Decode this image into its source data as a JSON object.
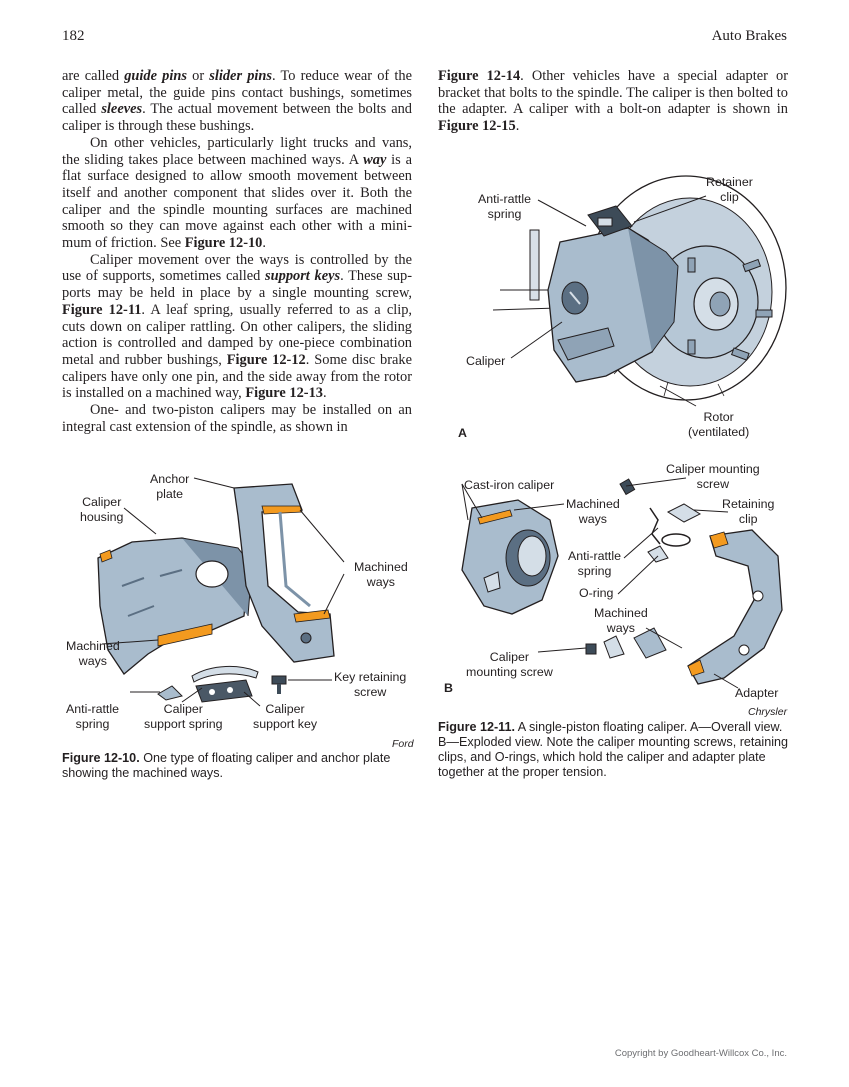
{
  "header": {
    "page_number": "182",
    "running_head": "Auto Brakes"
  },
  "body_left": {
    "p1": [
      {
        "t": "are called "
      },
      {
        "t": "guide pins",
        "s": "bi"
      },
      {
        "t": " or "
      },
      {
        "t": "slider pins",
        "s": "bi"
      },
      {
        "t": ". To reduce wear of the caliper metal, the guide pins contact bushings, sometimes called "
      },
      {
        "t": "sleeves",
        "s": "bi"
      },
      {
        "t": ". The actual movement between the bolts and caliper is through these bushings."
      }
    ],
    "p2": [
      {
        "t": "On other vehicles, particularly light trucks and vans, the sliding takes place between machined ways. A "
      },
      {
        "t": "way",
        "s": "bi"
      },
      {
        "t": " is a flat surface designed to allow smooth movement between itself and another component that slides over it. Both the caliper and the spindle mounting surfaces are machined smooth so they can move against each other with a mini-mum of friction. See "
      },
      {
        "t": "Figure 12-10",
        "s": "b"
      },
      {
        "t": "."
      }
    ],
    "p3": [
      {
        "t": "Caliper movement over the ways is controlled by the use of supports, sometimes called "
      },
      {
        "t": "support keys",
        "s": "bi"
      },
      {
        "t": ". These sup-ports may be held in place by a single mounting screw, "
      },
      {
        "t": "Figure 12-11",
        "s": "b"
      },
      {
        "t": ". A leaf spring, usually referred to as a clip, cuts down on caliper rattling. On other calipers, the sliding action is controlled and damped by one-piece combination metal and rubber bushings, "
      },
      {
        "t": "Figure 12-12",
        "s": "b"
      },
      {
        "t": ". Some disc brake calipers have only one pin, and the side away from the rotor is installed on a machined way, "
      },
      {
        "t": "Figure 12-13",
        "s": "b"
      },
      {
        "t": "."
      }
    ],
    "p4": [
      {
        "t": "One- and two-piston calipers may be installed on an integral cast extension of the spindle, as shown in"
      }
    ]
  },
  "body_right": {
    "p1": [
      {
        "t": "Figure 12-14",
        "s": "b"
      },
      {
        "t": ". Other vehicles have a special adapter or bracket that bolts to the spindle. The caliper is then bolted to the adapter. A caliper with a bolt-on adapter is shown in "
      },
      {
        "t": "Figure 12-15",
        "s": "b"
      },
      {
        "t": "."
      }
    ]
  },
  "fig_10": {
    "labels": {
      "anchor_plate": "Anchor\nplate",
      "caliper_housing": "Caliper\nhousing",
      "machined_ways_right": "Machined\nways",
      "machined_ways_left": "Machined\nways",
      "key_retaining_screw": "Key retaining\nscrew",
      "anti_rattle_spring": "Anti-rattle\nspring",
      "caliper_support_spring": "Caliper\nsupport spring",
      "caliper_support_key": "Caliper\nsupport key"
    },
    "credit": "Ford",
    "caption_label": "Figure 12-10.",
    "caption_text": " One type of floating caliper and anchor plate showing the machined ways."
  },
  "fig_11": {
    "labels": {
      "retainer_clip": "Retainer\nclip",
      "anti_rattle_spring_a": "Anti-rattle\nspring",
      "caliper": "Caliper",
      "rotor": "Rotor\n(ventilated)",
      "part_a": "A",
      "caliper_mounting_screw_top": "Caliper mounting\nscrew",
      "cast_iron_caliper": "Cast-iron caliper",
      "machined_ways_top": "Machined\nways",
      "retaining_clip": "Retaining\nclip",
      "anti_rattle_spring_b": "Anti-rattle\nspring",
      "o_ring": "O-ring",
      "machined_ways_bottom": "Machined\nways",
      "caliper_mounting_screw_bottom": "Caliper\nmounting screw",
      "part_b": "B",
      "adapter": "Adapter"
    },
    "credit": "Chrysler",
    "caption_label": "Figure 12-11.",
    "caption_text": " A single-piston floating caliper. A—Overall view. B—Exploded view. Note the caliper mounting screws, retaining clips, and O-rings, which hold the caliper and adapter plate together at the proper tension."
  },
  "footer": {
    "copyright": "Copyright by Goodheart-Willcox Co., Inc."
  },
  "colors": {
    "part_fill": "#a9bccd",
    "part_shadow": "#7d93a8",
    "accent_orange": "#f39a1f",
    "text": "#231f20"
  },
  "icons": [
    "caliper-housing-illustration",
    "anchor-plate-illustration",
    "assembled-caliper-illustration",
    "exploded-caliper-illustration"
  ]
}
